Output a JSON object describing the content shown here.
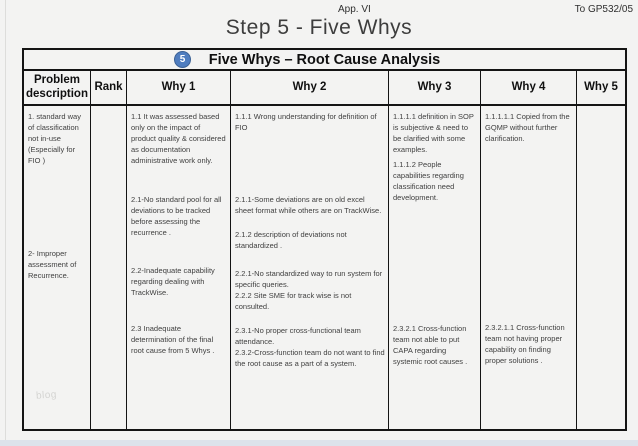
{
  "page": {
    "app_label": "App. VI",
    "doc_ref": "To GP532/05",
    "title": "Step 5 - Five Whys",
    "watermark": "blog"
  },
  "table": {
    "badge": "5",
    "title": "Five Whys – Root Cause Analysis",
    "columns": [
      "Problem description",
      "Rank",
      "Why 1",
      "Why 2",
      "Why 3",
      "Why 4",
      "Why 5"
    ],
    "cells": {
      "problem_description": [
        "1. standard way of classification not in-use (Especially for FIO )",
        "2- Improper assessment of Recurrence."
      ],
      "rank": [],
      "why1": [
        "1.1 It was assessed based only on the impact of product quality & considered as documentation administrative work only.",
        "2.1-No standard pool  for all deviations to be tracked before assessing the recurrence .",
        "2.2-Inadequate capability regarding dealing with TrackWise.",
        "2.3 Inadequate determination of  the final root cause from 5 Whys ."
      ],
      "why2": [
        "1.1.1 Wrong understanding  for definition of FIO",
        "2.1.1-Some deviations are on old excel sheet format while others are on TrackWise.",
        "2.1.2 description of deviations not standardized .",
        "2.2.1-No standardized way to run system for specific queries.",
        "2.2.2 Site SME for track wise is not consulted.",
        "2.3.1-No proper cross-functional team attendance.",
        "2.3.2-Cross-function team do not want to find the root cause as a part of a system."
      ],
      "why3": [
        "1.1.1.1 definition in SOP is subjective & need to be clarified with some examples.",
        "1.1.1.2 People capabilities regarding classification need development.",
        "2.3.2.1 Cross-function team not able to put CAPA regarding systemic root causes ."
      ],
      "why4": [
        "1.1.1.1.1 Copied from the GQMP without further clarification.",
        "2.3.2.1.1 Cross-function team not  having proper capability on finding proper solutions ."
      ],
      "why5": []
    }
  },
  "colors": {
    "badge_blue": "#4f7dbf",
    "border_black": "#141414",
    "bottom_strip": "#dde3eb"
  }
}
